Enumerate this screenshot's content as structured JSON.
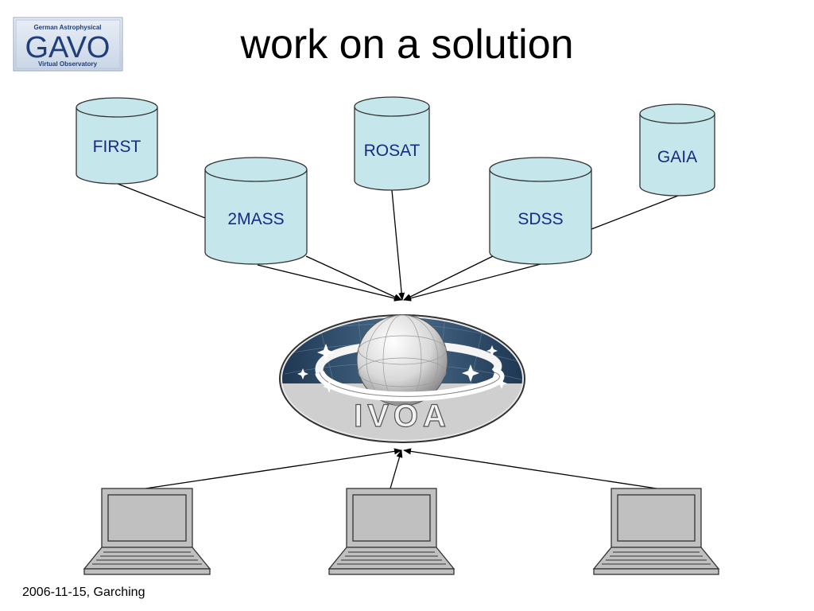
{
  "title": "work on a solution",
  "logo": {
    "top_text": "German Astrophysical",
    "main_text": "GAVO",
    "bottom_text": "Virtual Observatory"
  },
  "hub": {
    "text": "IVOA"
  },
  "databases": [
    {
      "id": "first",
      "label": "FIRST"
    },
    {
      "id": "2mass",
      "label": "2MASS"
    },
    {
      "id": "rosat",
      "label": "ROSAT"
    },
    {
      "id": "sdss",
      "label": "SDSS"
    },
    {
      "id": "gaia",
      "label": "GAIA"
    }
  ],
  "clients": [
    {
      "id": "laptop-left"
    },
    {
      "id": "laptop-center"
    },
    {
      "id": "laptop-right"
    }
  ],
  "footer": "2006-11-15, Garching",
  "colors": {
    "db_fill": "#c5e6ea",
    "db_stroke": "#333333",
    "db_text": "#1a2a80",
    "hub_dark": "#2a4a6a",
    "hub_light": "#cfcfcf",
    "laptop_fill": "#c0c0c0"
  }
}
